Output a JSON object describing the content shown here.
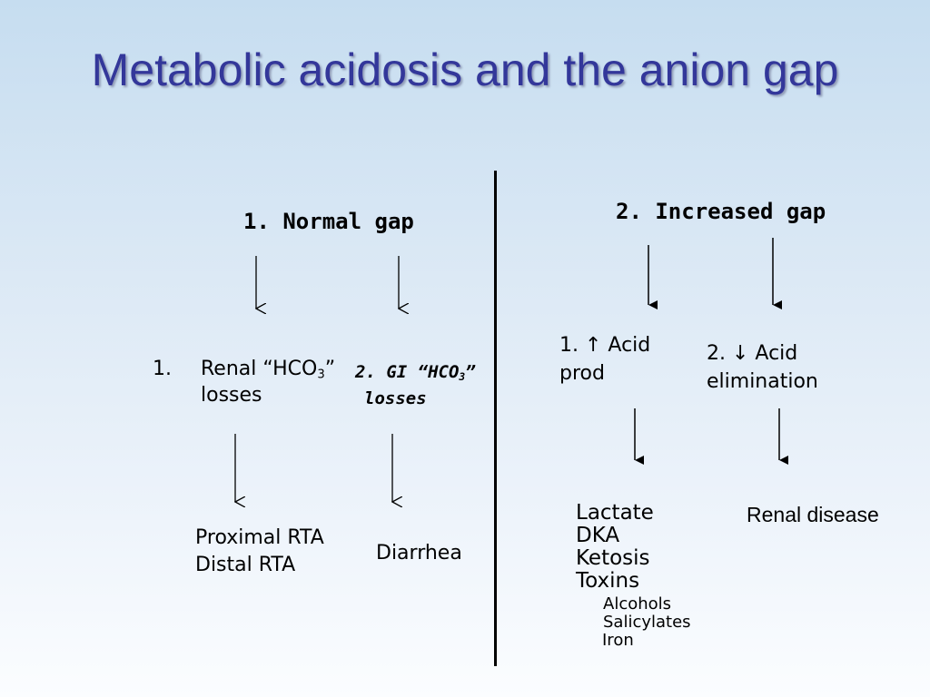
{
  "title": "Metabolic acidosis and the anion gap",
  "left": {
    "heading": "1. Normal gap",
    "renal": {
      "number": "1.",
      "line1_pre": "Renal “HCO",
      "sub": "3",
      "line1_post": "”",
      "line2": "losses"
    },
    "gi": {
      "line1_pre": "2. GI “HCO",
      "sub": "3",
      "line1_post": "”",
      "line2": "losses"
    },
    "renal_causes": [
      "Proximal RTA",
      "Distal RTA"
    ],
    "gi_cause": "Diarrhea"
  },
  "right": {
    "heading": "2. Increased gap",
    "acid_prod": {
      "line1": "1. ↑ Acid",
      "line2": "prod"
    },
    "acid_elim": {
      "line1": "2. ↓ Acid",
      "line2": "elimination"
    },
    "prod_causes": [
      "Lactate",
      "DKA",
      "Ketosis",
      "Toxins"
    ],
    "toxins": [
      "Alcohols",
      "Salicylates",
      "Iron"
    ],
    "elim_cause": "Renal disease"
  }
}
